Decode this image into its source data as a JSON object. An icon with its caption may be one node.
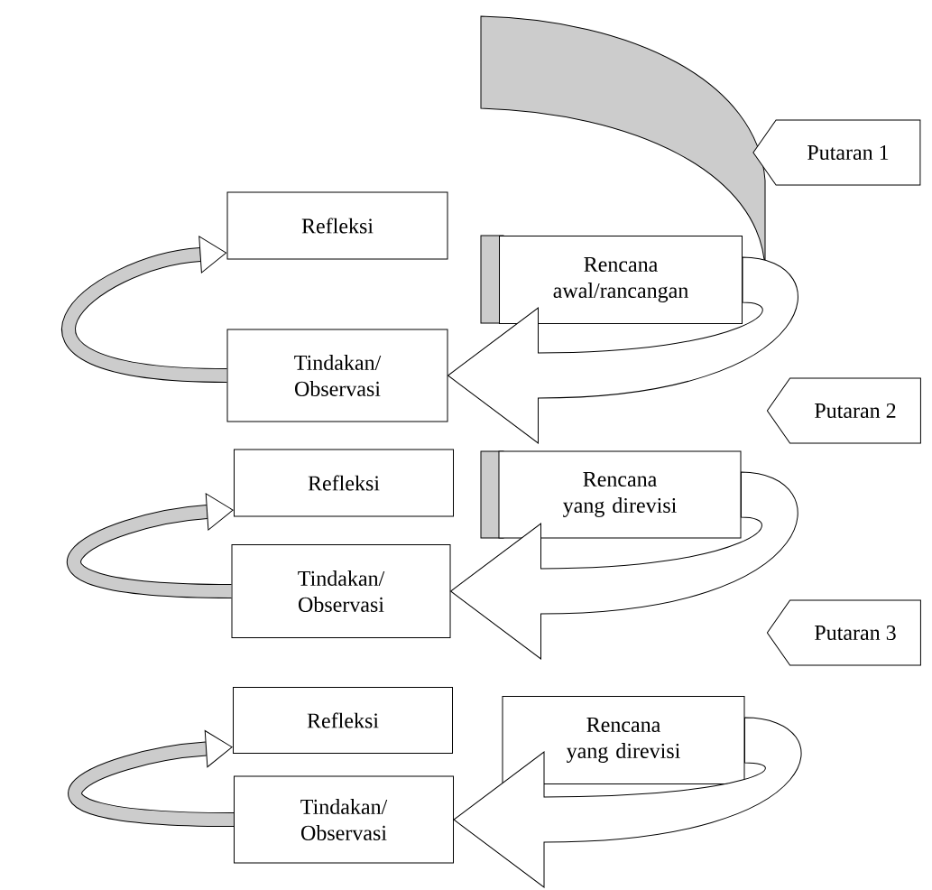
{
  "diagram": {
    "nodes": [
      {
        "text": [
          "Putaran 1"
        ]
      },
      {
        "text": [
          "Refleksi"
        ]
      },
      {
        "text": [
          "Rencana awal/rancangan"
        ]
      },
      {
        "text": [
          "Tindakan/ Observasi"
        ]
      },
      {
        "text": [
          "Putaran 2"
        ]
      },
      {
        "text": [
          "Refleksi"
        ]
      },
      {
        "text": [
          "Rencana yang direvisi"
        ]
      },
      {
        "text": [
          "Tindakan/ Observasi"
        ]
      },
      {
        "text": [
          "Putaran 3"
        ]
      },
      {
        "text": [
          "Refleksi"
        ]
      },
      {
        "text": [
          "Rencana yang direvisi"
        ]
      },
      {
        "text": [
          "Tindakan/ Observasi"
        ]
      }
    ],
    "edges": [
      {
        "from": 2,
        "to": 3,
        "arrow": "to",
        "style": "thick"
      },
      {
        "from": 3,
        "to": 1,
        "arrow": "to"
      },
      {
        "from": 6,
        "to": 7,
        "arrow": "to",
        "style": "thick"
      },
      {
        "from": 7,
        "to": 5,
        "arrow": "to"
      },
      {
        "from": 10,
        "to": 11,
        "arrow": "to",
        "style": "thick"
      },
      {
        "from": 11,
        "to": 9,
        "arrow": "to"
      }
    ]
  }
}
